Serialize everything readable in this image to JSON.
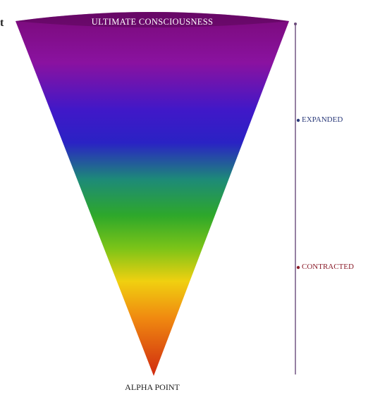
{
  "diagram": {
    "top_label": "ULTIMATE CONSCIOUSNESS",
    "bottom_label": "ALPHA POINT",
    "scale_labels": {
      "expanded": "EXPANDED",
      "contracted": "CONTRACTED"
    },
    "corner_glyph": "t",
    "colors": {
      "band_1": "#7a0a78",
      "band_2": "#8a12a0",
      "band_3": "#4018c8",
      "band_4": "#2a22c4",
      "band_5": "#1d8a78",
      "band_6": "#2ea82a",
      "band_7": "#7cc418",
      "band_8": "#f0d010",
      "band_9": "#f08a10",
      "band_10": "#d02a10",
      "scale_line": "#6a4a7a",
      "expanded_marker": "#2b3a7a",
      "contracted_marker": "#8b1e2b"
    }
  }
}
